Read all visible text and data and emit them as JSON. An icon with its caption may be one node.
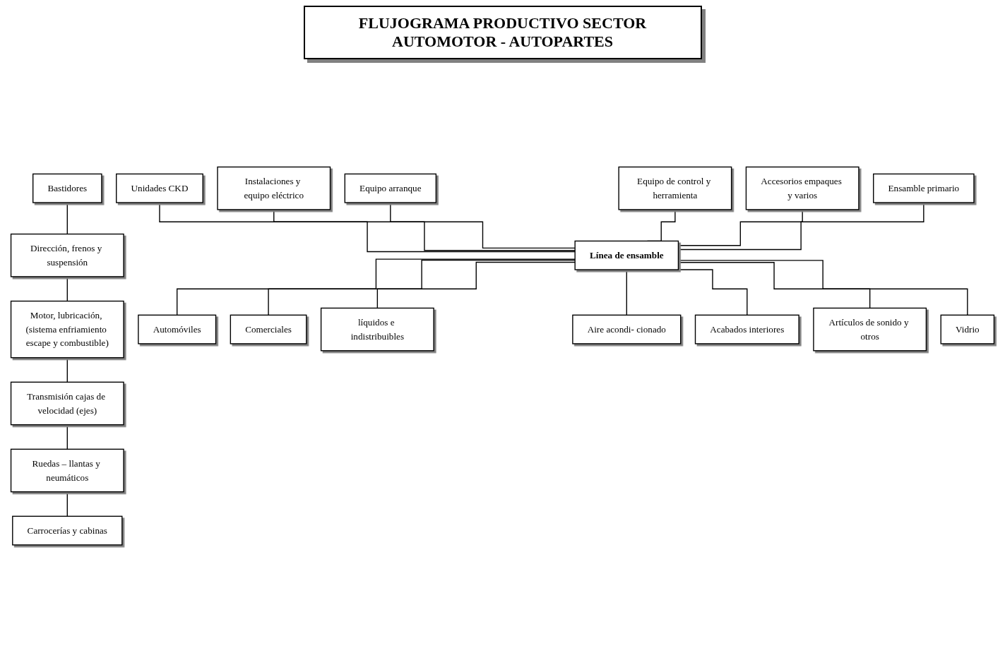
{
  "diagram": {
    "title": "FLUJOGRAMA PRODUCTIVO SECTOR AUTOMOTOR - AUTOPARTES",
    "nodes": [
      {
        "text": [
          "Unidades CKD"
        ]
      },
      {
        "text": [
          "Bastidores"
        ]
      },
      {
        "text": [
          "Dirección, frenos y suspensión"
        ]
      },
      {
        "text": [
          "Motor, lubricación, (sistema enfriamiento escape y combustible)"
        ]
      },
      {
        "text": [
          "Transmisión cajas de velocidad (ejes)"
        ]
      },
      {
        "text": [
          "Ruedas – llantas y neumáticos"
        ]
      },
      {
        "text": [
          "Carrocerías y cabinas"
        ]
      },
      {
        "text": [
          "Instalaciones y equipo eléctrico"
        ]
      },
      {
        "text": [
          "Equipo arranque"
        ]
      },
      {
        "text": [
          "Equipo de control y herramienta"
        ]
      },
      {
        "text": [
          "Accesorios empaques y varios"
        ]
      },
      {
        "text": [
          "Automóviles"
        ]
      },
      {
        "text": [
          "Línea de ensamble"
        ]
      },
      {
        "text": [
          "Ensamble primario"
        ]
      },
      {
        "text": [
          "Comerciales"
        ]
      },
      {
        "text": [
          "líquidos e indistribuibles"
        ]
      },
      {
        "text": [
          "Aire acondi- cionado"
        ]
      },
      {
        "text": [
          "Acabados interiores"
        ]
      },
      {
        "text": [
          "Artículos de sonido y otros"
        ]
      },
      {
        "text": [
          "Vidrio"
        ]
      }
    ],
    "edges": [
      {
        "from": 0,
        "to": 12,
        "arrow": "none"
      },
      {
        "from": 1,
        "to": 2,
        "arrow": "none"
      },
      {
        "from": 2,
        "to": 3,
        "arrow": "none"
      },
      {
        "from": 3,
        "to": 4,
        "arrow": "none"
      },
      {
        "from": 4,
        "to": 5,
        "arrow": "none"
      },
      {
        "from": 5,
        "to": 6,
        "arrow": "none"
      },
      {
        "from": 7,
        "to": 12,
        "arrow": "none"
      },
      {
        "from": 8,
        "to": 12,
        "arrow": "none"
      },
      {
        "from": 9,
        "to": 12,
        "arrow": "none"
      },
      {
        "from": 10,
        "to": 12,
        "arrow": "none"
      },
      {
        "from": 13,
        "to": 12,
        "arrow": "none"
      },
      {
        "from": 12,
        "to": 11,
        "arrow": "none"
      },
      {
        "from": 12,
        "to": 14,
        "arrow": "none"
      },
      {
        "from": 12,
        "to": 15,
        "arrow": "none"
      },
      {
        "from": 12,
        "to": 16,
        "arrow": "none"
      },
      {
        "from": 12,
        "to": 17,
        "arrow": "none"
      },
      {
        "from": 12,
        "to": 18,
        "arrow": "none"
      },
      {
        "from": 12,
        "to": 19,
        "arrow": "none"
      }
    ]
  }
}
